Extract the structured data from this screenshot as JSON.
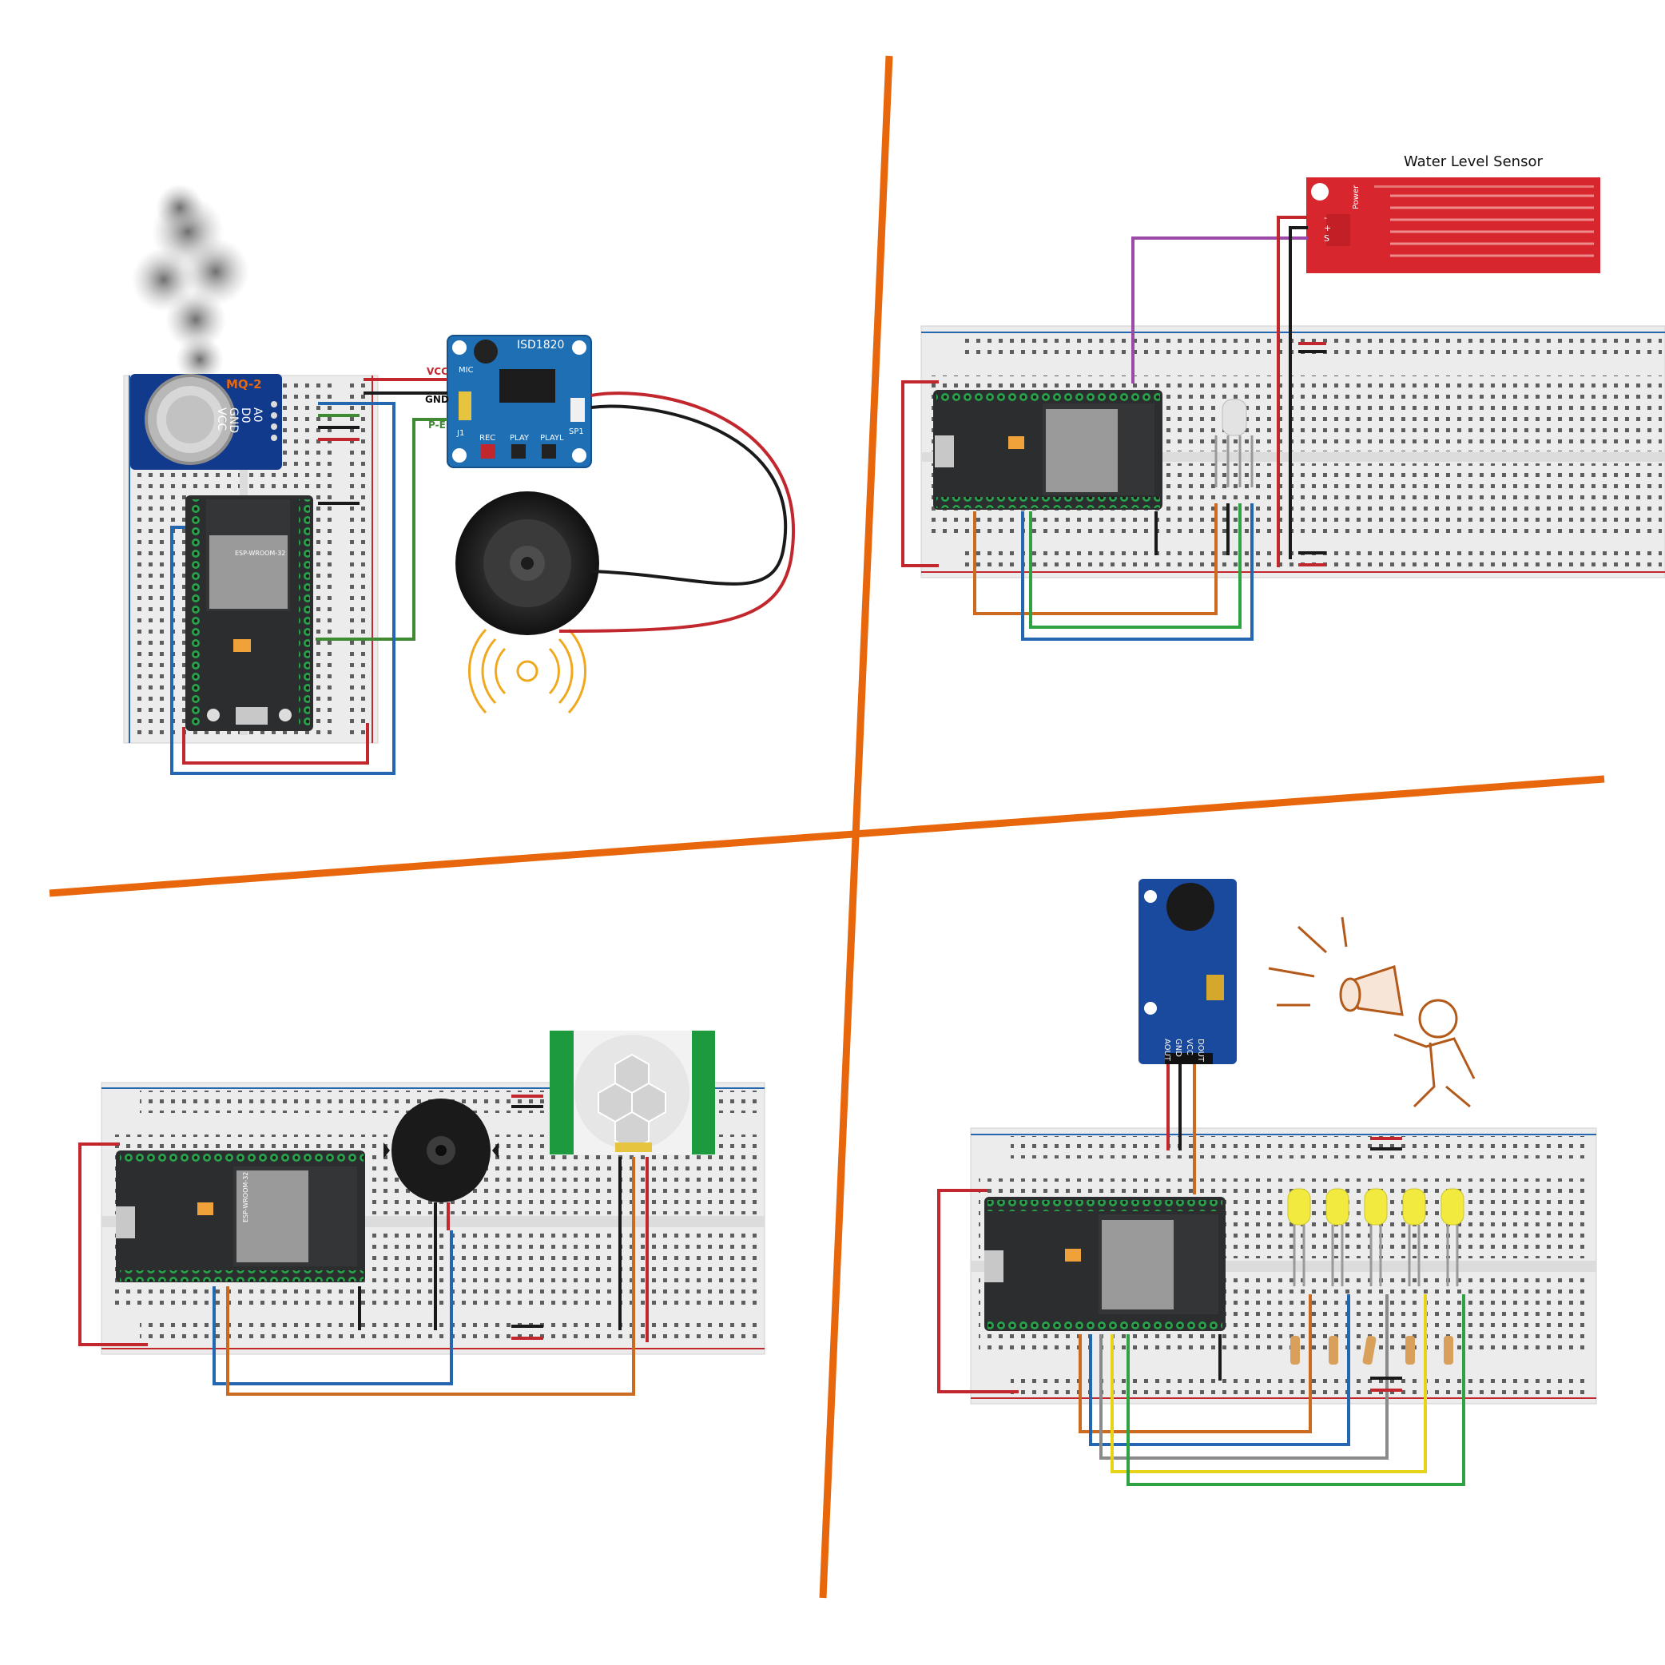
{
  "quadrant_top_left": {
    "gas_sensor_label": "MQ-2",
    "gas_sensor_pins": [
      "A0",
      "D0",
      "GND",
      "VCC"
    ],
    "voice_module_label": "ISD1820",
    "voice_module_mic": "MIC",
    "voice_module_buttons": [
      "REC",
      "PLAY",
      "PLAYL"
    ],
    "voice_module_jumper": "J1",
    "voice_module_speaker_port": "SP1",
    "wire_labels": {
      "vcc": "VCC",
      "gnd": "GND",
      "pe": "P-E"
    }
  },
  "quadrant_top_right": {
    "water_sensor_title": "Water Level Sensor",
    "water_sensor_pins": [
      "S",
      "+",
      "-"
    ],
    "water_sensor_power": "Power"
  },
  "quadrant_bottom_left": {},
  "quadrant_bottom_right": {
    "sound_sensor_pins": [
      "DOUT",
      "VCC",
      "GND",
      "AOUT"
    ]
  },
  "esp32_label": "ESP-WROOM-32",
  "colors": {
    "divider": "#e8670c",
    "board": "#2b2d2f",
    "breadboard": "#ececec",
    "wire_red": "#c1272d",
    "wire_blue": "#2566b0",
    "wire_orange": "#cc6a1f",
    "wire_green": "#2fa341",
    "wire_black": "#1a1a1a",
    "wire_purple": "#9b4aa8",
    "wire_yellow": "#e6d31a",
    "wire_gray": "#8a8a8a",
    "wire_darkgreen": "#3f8a33"
  }
}
